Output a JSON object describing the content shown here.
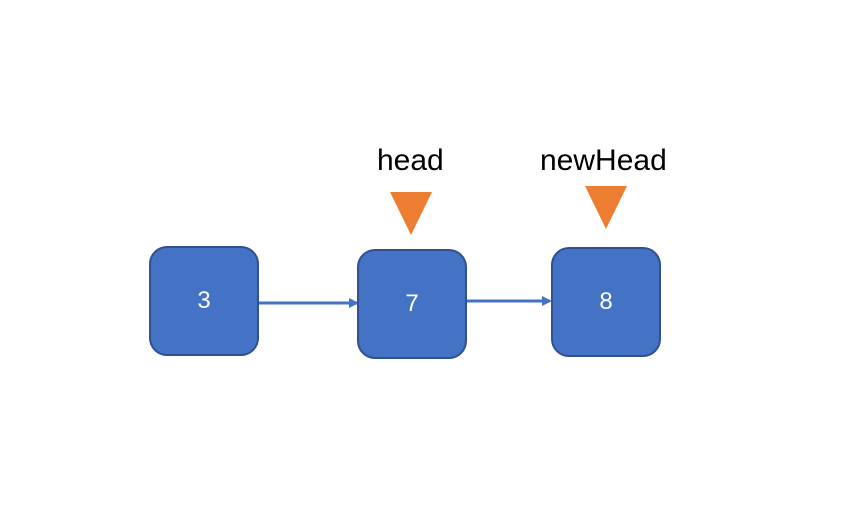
{
  "nodes": [
    {
      "value": "3"
    },
    {
      "value": "7"
    },
    {
      "value": "8"
    }
  ],
  "pointers": {
    "head": "head",
    "new_head": "newHead"
  },
  "colors": {
    "node_fill": "#4472c4",
    "node_border": "#2f528f",
    "arrow": "#4472c4",
    "pointer_marker": "#ed7d31"
  }
}
